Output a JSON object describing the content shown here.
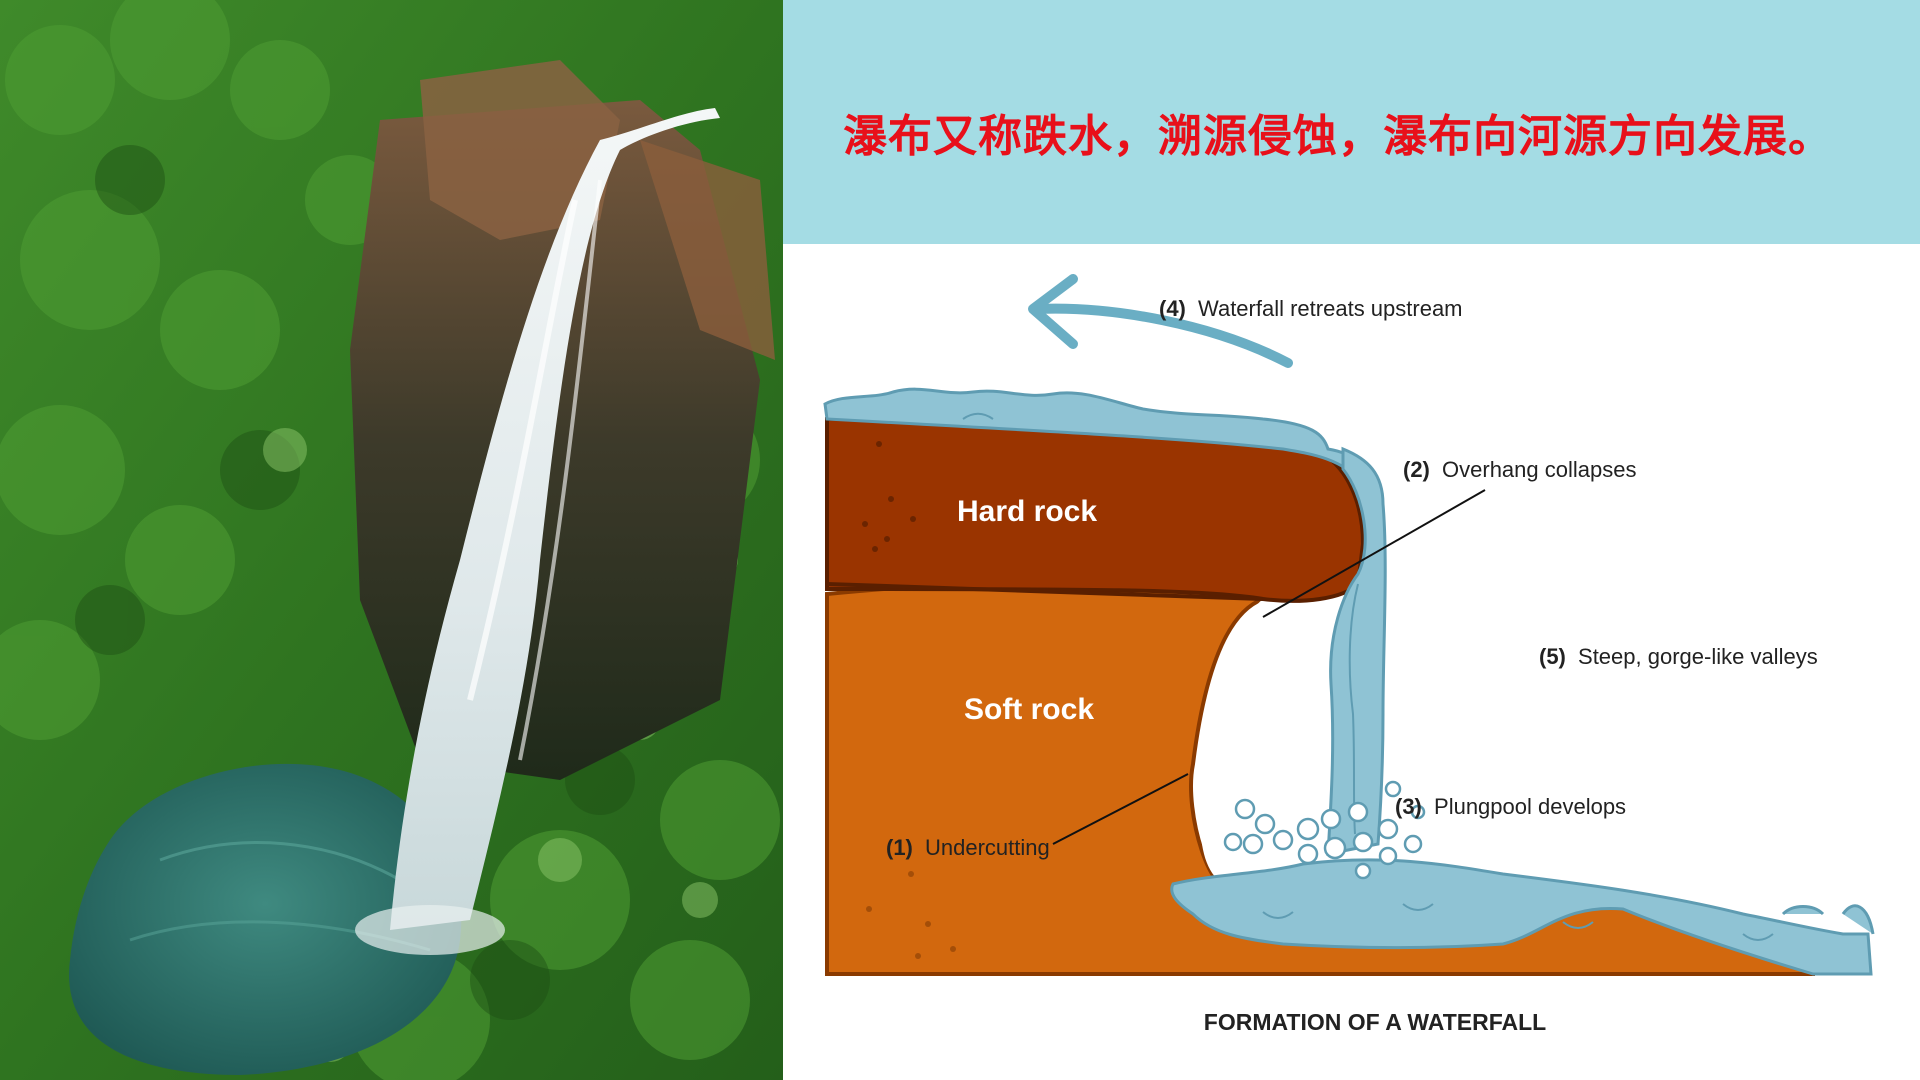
{
  "slide": {
    "title": "瀑布又称跌水，溯源侵蚀，瀑布向河源方向发展。"
  },
  "diagram": {
    "caption": "FORMATION OF A WATERFALL",
    "rock_labels": {
      "hard": "Hard rock",
      "soft": "Soft rock"
    },
    "steps": [
      {
        "num": "(1)",
        "text": "Undercutting"
      },
      {
        "num": "(2)",
        "text": "Overhang collapses"
      },
      {
        "num": "(3)",
        "text": "Plungpool develops"
      },
      {
        "num": "(4)",
        "text": "Waterfall retreats upstream"
      },
      {
        "num": "(5)",
        "text": "Steep, gorge-like valleys"
      }
    ]
  },
  "colors": {
    "title_red": "#e8101a",
    "title_panel": "#a4dce4",
    "hard_rock": "#9a3400",
    "soft_rock": "#d2680e",
    "water": "#8fc3d4",
    "water_outline": "#5f9cb2"
  }
}
